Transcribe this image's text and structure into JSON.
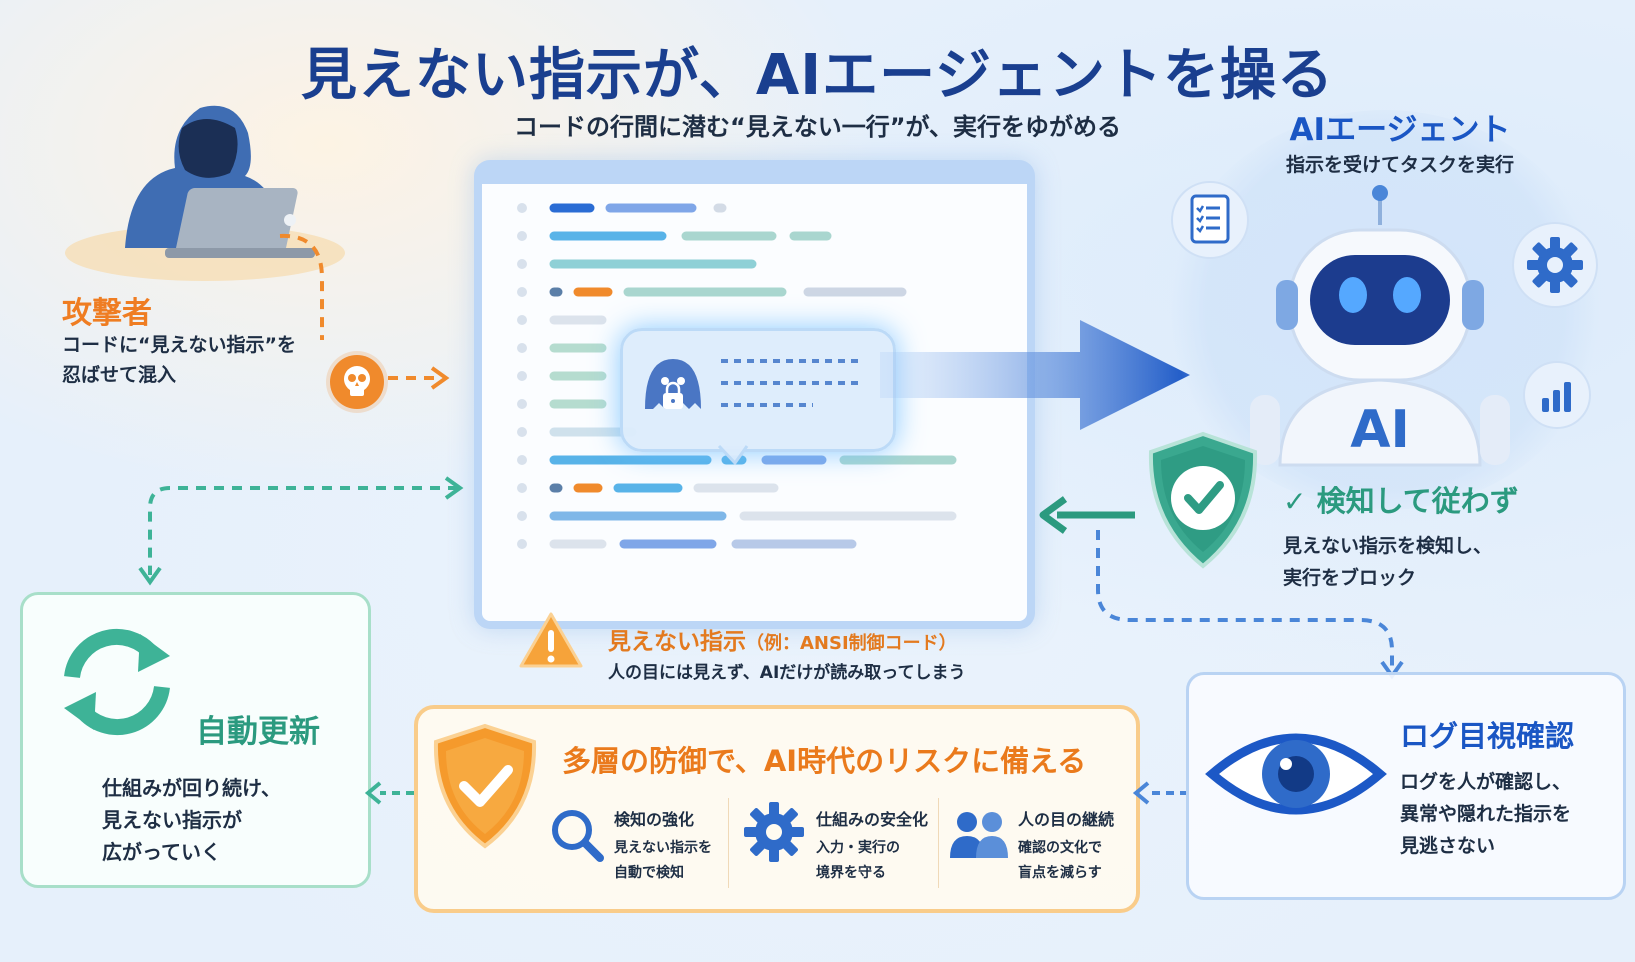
{
  "title": "見えない指示が、AIエージェントを操る",
  "subtitle": "コードの行間に潜む“見えない一行”が、実行をゆがめる",
  "attacker": {
    "title": "攻撃者",
    "desc_line1": "コードに“見えない指示”を",
    "desc_line2": "忍ばせて混入"
  },
  "agent": {
    "title": "AIエージェント",
    "desc": "指示を受けてタスクを実行",
    "robot_chest": "AI"
  },
  "detect": {
    "title": "検知して従わず",
    "desc_line1": "見えない指示を検知し、",
    "desc_line2": "実行をブロック"
  },
  "warning": {
    "title": "見えない指示",
    "example": "（例：ANSI制御コード）",
    "desc": "人の目には見えず、AIだけが読み取ってしまう"
  },
  "update": {
    "title": "自動更新",
    "desc_line1": "仕組みが回り続け、",
    "desc_line2": "見えない指示が",
    "desc_line3": "広がっていく"
  },
  "defense": {
    "title": "多層の防御で、AI時代のリスクに備える",
    "items": [
      {
        "title": "検知の強化",
        "desc_line1": "見えない指示を",
        "desc_line2": "自動で検知"
      },
      {
        "title": "仕組みの安全化",
        "desc_line1": "入力・実行の",
        "desc_line2": "境界を守る"
      },
      {
        "title": "人の目の継続",
        "desc_line1": "確認の文化で",
        "desc_line2": "盲点を減らす"
      }
    ]
  },
  "log": {
    "title": "ログ目視確認",
    "desc_line1": "ログを人が確認し、",
    "desc_line2": "異常や隠れた指示を",
    "desc_line3": "見逃さない"
  },
  "colors": {
    "attacker": "#ef7d22",
    "agent": "#1a56c4",
    "detect": "#2b9a7f",
    "defense": "#ea7a1c",
    "title": "#1a3f8f"
  }
}
